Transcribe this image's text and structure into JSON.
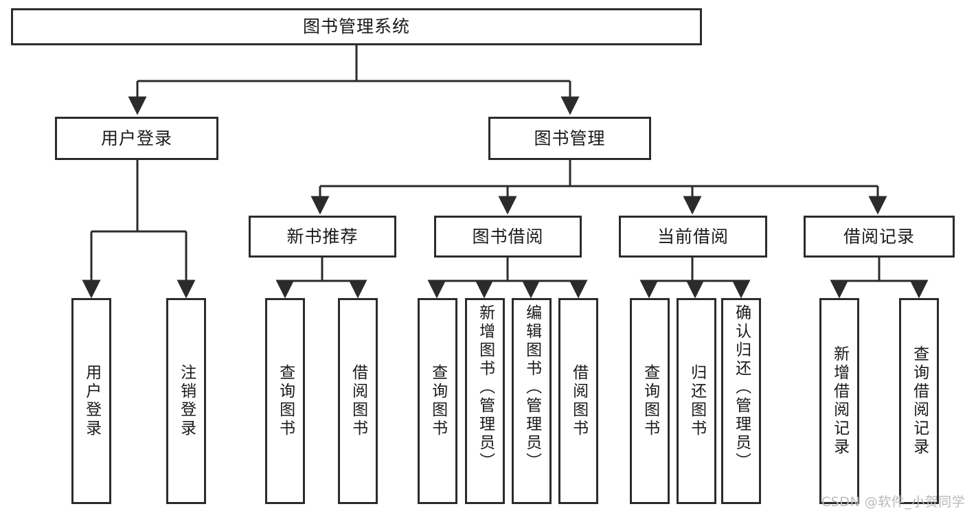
{
  "diagram": {
    "title_node": {
      "label": "图书管理系统"
    },
    "level2": [
      {
        "label": "用户登录"
      },
      {
        "label": "图书管理"
      }
    ],
    "level3": [
      {
        "label": "新书推荐"
      },
      {
        "label": "图书借阅"
      },
      {
        "label": "当前借阅"
      },
      {
        "label": "借阅记录"
      }
    ],
    "leaves": {
      "user_login": [
        {
          "label": "用户登录"
        },
        {
          "label": "注销登录"
        }
      ],
      "new_book_recommend": [
        {
          "label": "查询图书"
        },
        {
          "label": "借阅图书"
        }
      ],
      "book_borrow": [
        {
          "label": "查询图书"
        },
        {
          "label": "新增图书（管理员）"
        },
        {
          "label": "编辑图书（管理员）"
        },
        {
          "label": "借阅图书"
        }
      ],
      "current_borrow": [
        {
          "label": "查询图书"
        },
        {
          "label": "归还图书"
        },
        {
          "label": "确认归还（管理员）"
        }
      ],
      "borrow_record": [
        {
          "label": "新增借阅记录"
        },
        {
          "label": "查询借阅记录"
        }
      ]
    }
  },
  "watermark": {
    "text": "CSDN @软件_小贺同学"
  },
  "colors": {
    "stroke": "#2b2b2b",
    "fill": "#ffffff",
    "text": "#1a1a1a",
    "watermark": "#b9b9b9"
  }
}
